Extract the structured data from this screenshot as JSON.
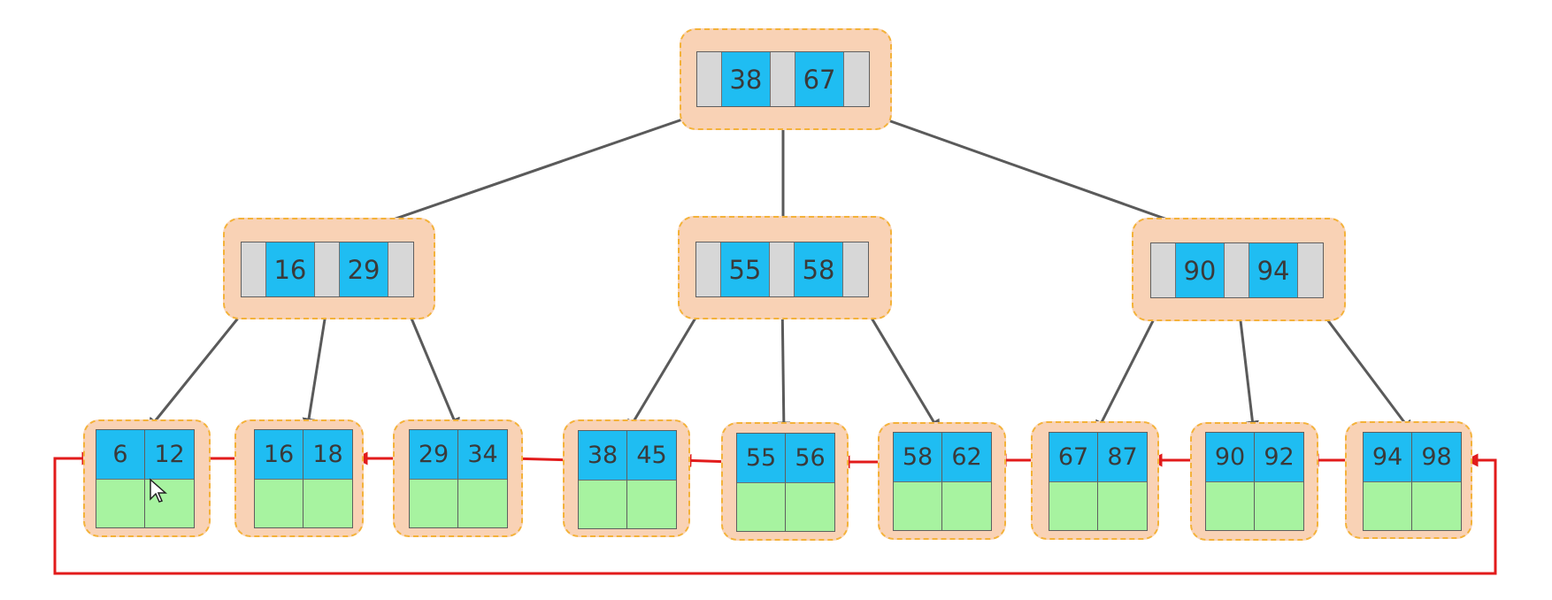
{
  "root": {
    "keys": [
      "38",
      "67"
    ]
  },
  "internal": [
    {
      "keys": [
        "16",
        "29"
      ]
    },
    {
      "keys": [
        "55",
        "58"
      ]
    },
    {
      "keys": [
        "90",
        "94"
      ]
    }
  ],
  "leaves": [
    {
      "keys": [
        "6",
        "12"
      ]
    },
    {
      "keys": [
        "16",
        "18"
      ]
    },
    {
      "keys": [
        "29",
        "34"
      ]
    },
    {
      "keys": [
        "38",
        "45"
      ]
    },
    {
      "keys": [
        "55",
        "56"
      ]
    },
    {
      "keys": [
        "58",
        "62"
      ]
    },
    {
      "keys": [
        "67",
        "87"
      ]
    },
    {
      "keys": [
        "90",
        "92"
      ]
    },
    {
      "keys": [
        "94",
        "98"
      ]
    }
  ],
  "colors": {
    "node_fill": "#f9d2b5",
    "node_border": "#f4b23a",
    "key_fill": "#1fbdf2",
    "pointer_fill": "#d7d7d7",
    "data_fill": "#a7f3a0",
    "tree_arrow": "#5a5a5a",
    "leaf_link": "#e21b1b"
  }
}
